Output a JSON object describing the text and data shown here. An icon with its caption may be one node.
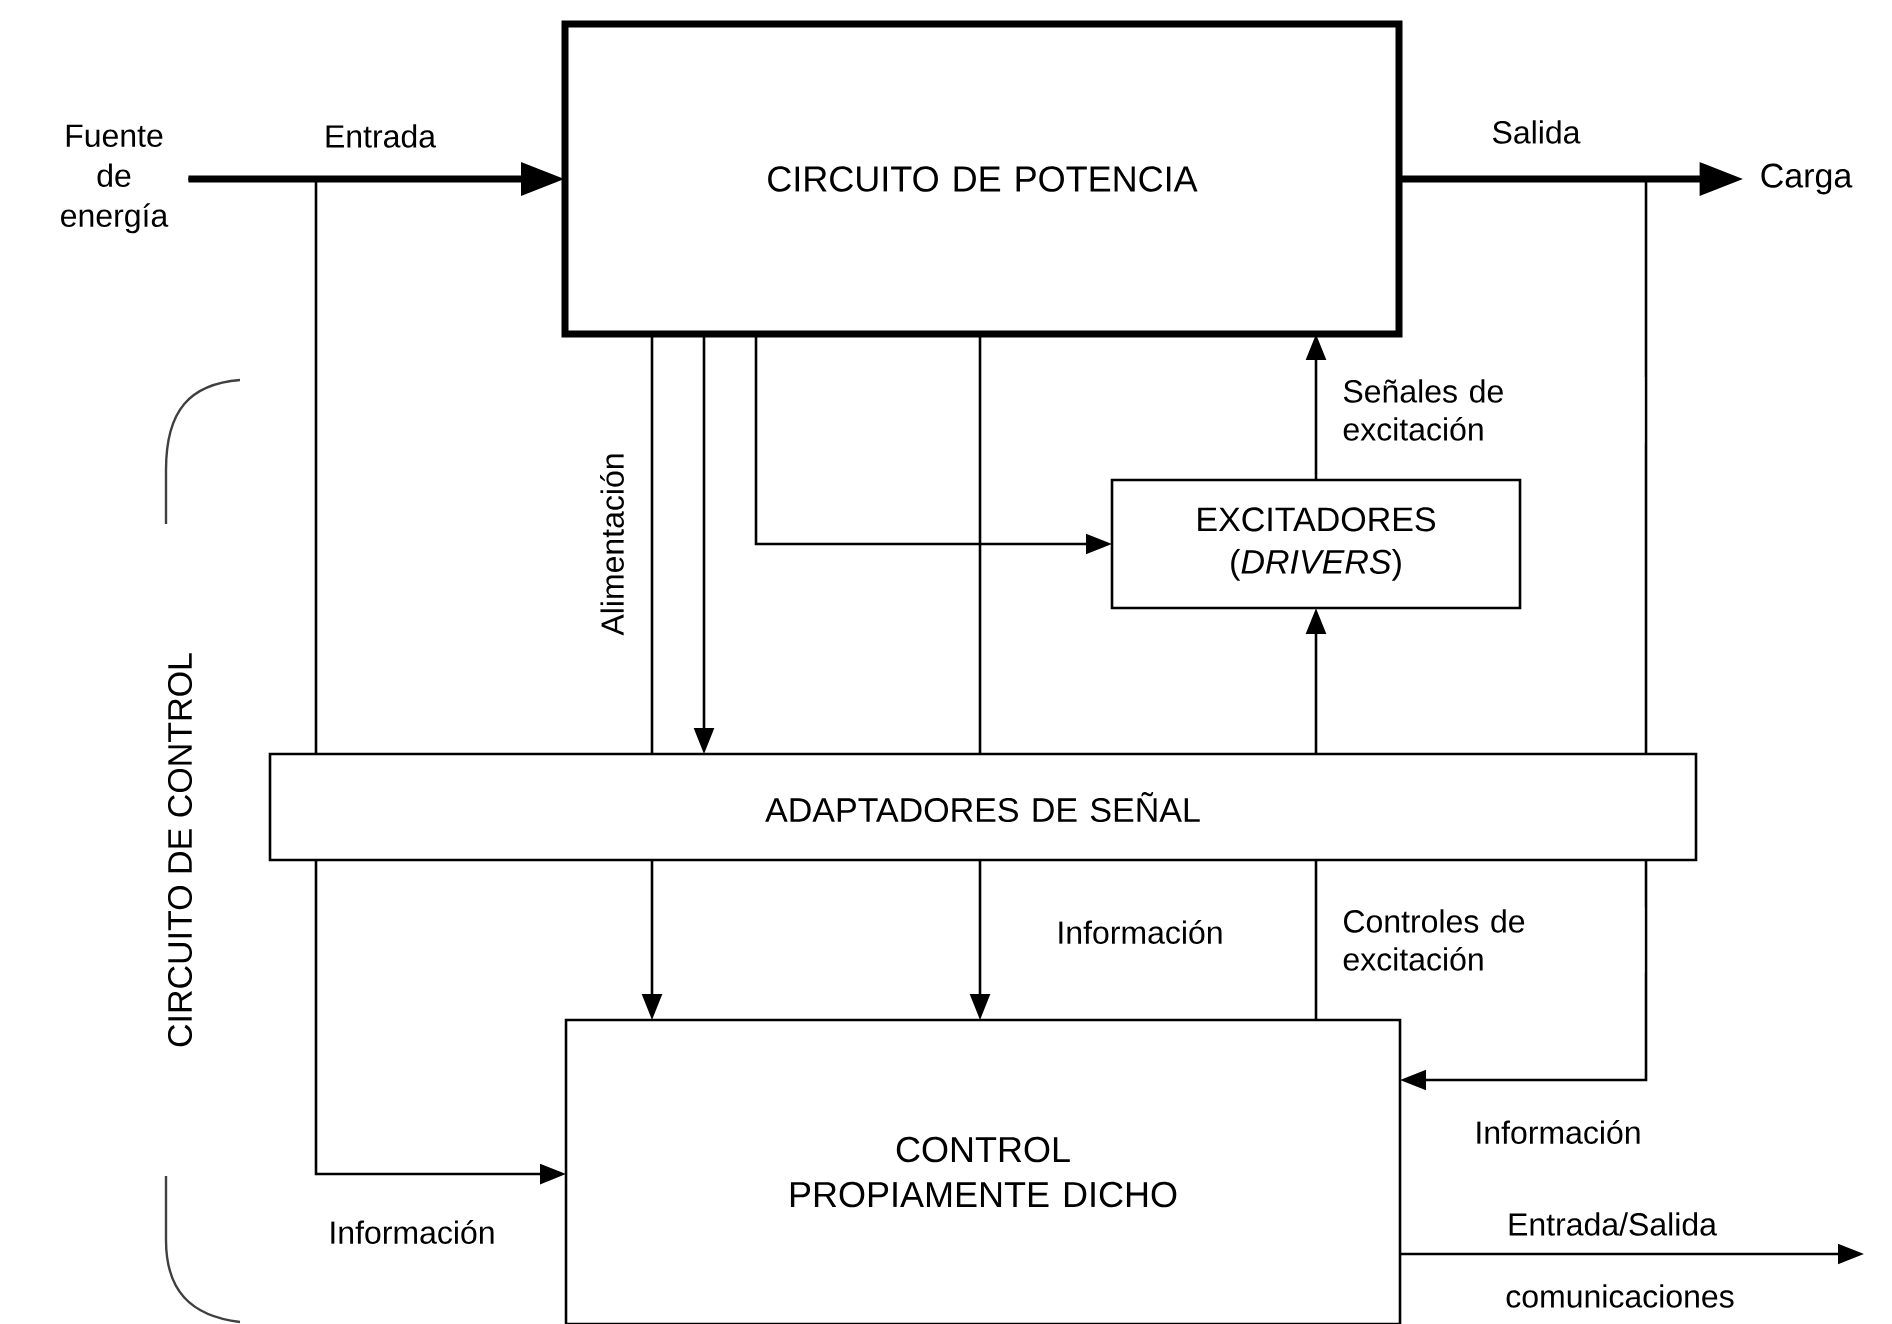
{
  "diagram": {
    "nodes": [
      {
        "text": [
          "Fuente de energía"
        ]
      },
      {
        "text": [
          "CIRCUITO DE POTENCIA"
        ]
      },
      {
        "text": [
          "Carga"
        ]
      },
      {
        "text": [
          "EXCITADORES (*DRIVERS*)"
        ]
      },
      {
        "text": [
          "ADAPTADORES DE SEÑAL"
        ]
      },
      {
        "text": [
          "CONTROL PROPIAMENTE DICHO"
        ]
      }
    ],
    "edges": [
      {
        "from": 0,
        "to": 1,
        "arrow": "to",
        "label": "Entrada",
        "style": "thick"
      },
      {
        "from": 1,
        "to": 2,
        "arrow": "to",
        "label": "Salida",
        "style": "thick"
      },
      {
        "from": 0,
        "to": 4,
        "arrow": "none"
      },
      {
        "from": 4,
        "to": 5,
        "arrow": "to",
        "label": "Información"
      },
      {
        "from": 1,
        "to": 4,
        "arrow": "none",
        "label": "Alimentación"
      },
      {
        "from": 1,
        "to": 4,
        "arrow": "to"
      },
      {
        "from": 1,
        "to": 3,
        "arrow": "to"
      },
      {
        "from": 1,
        "to": 4,
        "arrow": "none"
      },
      {
        "from": 3,
        "to": 1,
        "arrow": "to",
        "label": "Señales de excitación"
      },
      {
        "from": 4,
        "to": 5,
        "arrow": "to"
      },
      {
        "from": 4,
        "to": 5,
        "arrow": "to",
        "label": "Información"
      },
      {
        "from": 5,
        "to": 4,
        "arrow": "none",
        "label": "Controles de excitación"
      },
      {
        "from": 1,
        "to": 4,
        "arrow": "none"
      },
      {
        "from": 4,
        "to": 5,
        "arrow": "to",
        "label": "Información"
      },
      {
        "from": 5,
        "to": null,
        "arrow": "to",
        "label": "Entrada/Salida"
      },
      {
        "from": 4,
        "to": 3,
        "arrow": "to"
      }
    ],
    "labels": [
      "CIRCUITO DE CONTROL",
      "comunicaciones"
    ]
  }
}
